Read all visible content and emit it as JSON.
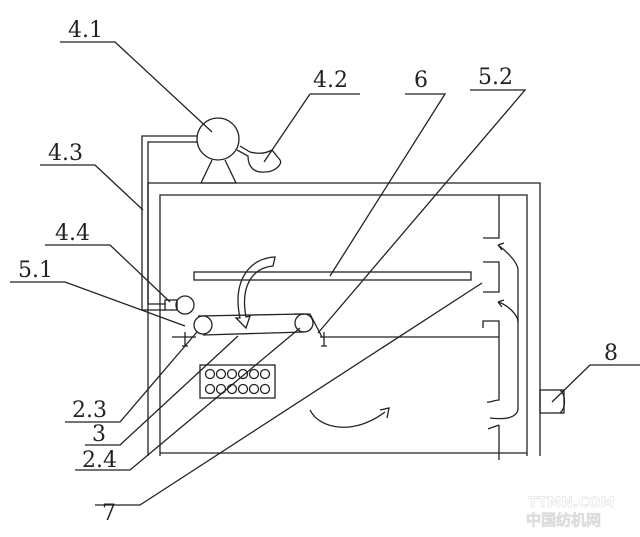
{
  "labels": {
    "l41": "4.1",
    "l42": "4.2",
    "l6": "6",
    "l52": "5.2",
    "l43": "4.3",
    "l44": "4.4",
    "l51": "5.1",
    "l23": "2.3",
    "l3": "3",
    "l24": "2.4",
    "l7": "7",
    "l8": "8"
  },
  "watermark": {
    "line1": "TTMN.COM",
    "line2": "中国纺机网"
  }
}
